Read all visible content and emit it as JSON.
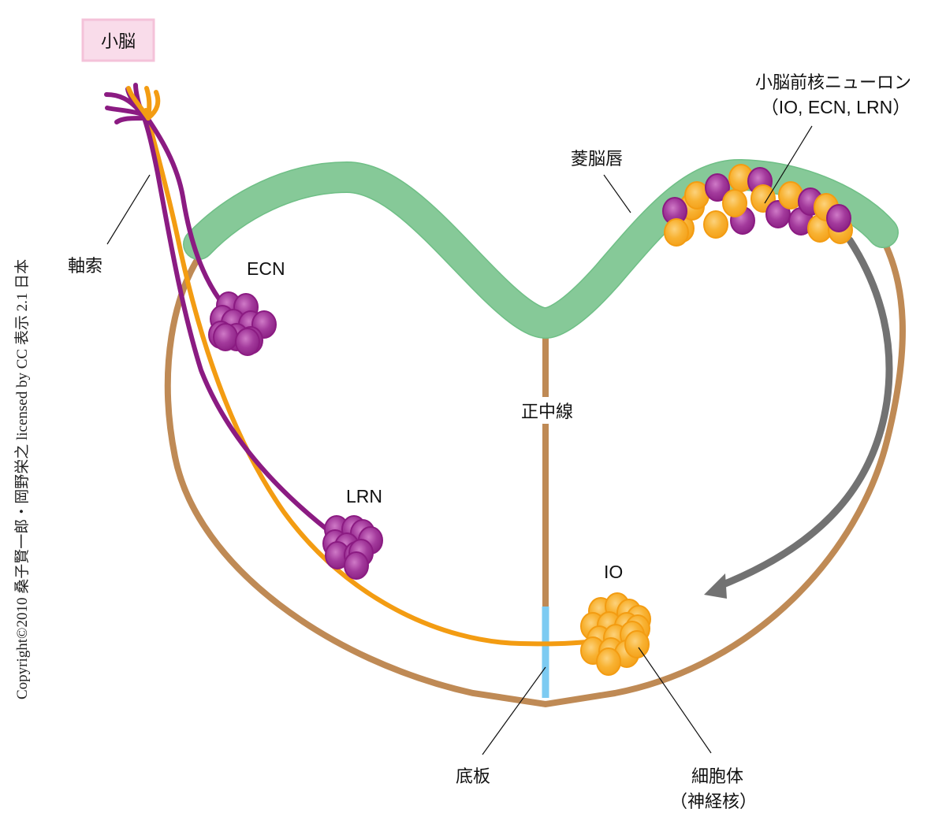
{
  "title_box": {
    "label": "小脳",
    "bg_color": "#f9dcea",
    "border_color": "#f4c2d9"
  },
  "labels": {
    "axon": "軸索",
    "ecn": "ECN",
    "lrn": "LRN",
    "io": "IO",
    "rhombic_lip": "菱脳唇",
    "precerebellar_line1": "小脳前核ニューロン",
    "precerebellar_line2": "（IO, ECN, LRN）",
    "midline": "正中線",
    "floor_plate": "底板",
    "cell_body_line1": "細胞体",
    "cell_body_line2": "（神経核）"
  },
  "copyright": "Copyright©2010 桑子賢一郎・岡野栄之 licensed by CC 表示 2.1 日本",
  "colors": {
    "outline": "#bf8a55",
    "rhombic_lip": "#86c998",
    "rhombic_lip_edge": "#6fbf86",
    "purple_neuron": "#8b1b82",
    "purple_fill": "#a0399a",
    "orange_neuron": "#f39c12",
    "orange_fill": "#f7ad2d",
    "floor_plate": "#7dcbf2",
    "migration_arrow": "#727272"
  }
}
